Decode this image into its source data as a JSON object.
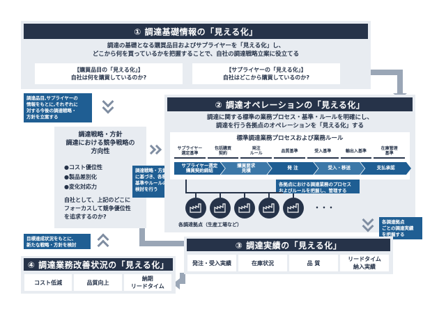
{
  "section1": {
    "title": "① 調達基礎情報の「見える化」",
    "desc_line1": "調達の基礎となる購買品目およびサプライヤーを「見える化」し、",
    "desc_line2": "どこから何を買っているかを把握することで、自社の調達戦略立案に役立てる",
    "box_left": {
      "line1": "【購買品目の「見える化」】",
      "line2": "自社は何を購買しているのか?"
    },
    "box_right": {
      "line1": "【サプライヤーの「見える化」】",
      "line2": "自社はどこから購買しているのか?"
    }
  },
  "note_left_top": [
    "調達品目,サプライヤーの",
    "情報をもとに,それぞれに",
    "対する今後の調達戦略・",
    "方針を立案する"
  ],
  "strategy": {
    "title_lines": [
      "調達戦略・方針",
      "調達における競争戦略の",
      "方向性"
    ],
    "bullets": [
      "●コスト優位性",
      "●製品差別化",
      "●変化対応力"
    ],
    "question_lines": [
      "自社として、上記のどこに",
      "フォーカスして競争優位性",
      "を追求するのか?"
    ]
  },
  "note_strategy": [
    "調達戦略・方針",
    "に基づき、各種",
    "基準やルールの",
    "検討を行う"
  ],
  "section2": {
    "title": "② 調達オペレーションの「見える化」",
    "desc_line1": "調達に関する標準の業務プロセス・基準・ルールを明確にし、",
    "desc_line2": "調達を行う各拠点のオペレーションを「見える化」する",
    "std_title": "標準調達業務プロセスおよび業務ルール",
    "std_items": [
      [
        "サプライヤー",
        "選定基準"
      ],
      [
        "包括購買",
        "契約"
      ],
      [
        "発注",
        "ルール"
      ],
      [
        "品質基準"
      ],
      [
        "受入基準"
      ],
      [
        "輸出入基準"
      ],
      [
        "在庫管理",
        "基準"
      ]
    ],
    "flow_items": [
      [
        "サプライヤー選定",
        "購買契約締結"
      ],
      [
        "購買要求",
        "見積"
      ],
      [
        "発 注"
      ],
      [
        "受入・移送"
      ],
      [
        "支払承認"
      ]
    ],
    "base_note": [
      "各拠点における調達業務のプロセス",
      "およびルールを把握し、管理する"
    ],
    "sites_label": "各調達拠点（生産工場など）",
    "ellipsis": "・・・"
  },
  "note_right": [
    "各調達拠点",
    "ごとの調達実績",
    "を把握する"
  ],
  "section3": {
    "title": "③ 調達実績の「見える化」",
    "items": [
      [
        "発注・受入実績"
      ],
      [
        "在庫状況"
      ],
      [
        "品 質"
      ],
      [
        "リードタイム",
        "納入実績"
      ]
    ]
  },
  "note_left_bottom": [
    "目標達成状況をもとに、",
    "新たな戦略・方針を検討"
  ],
  "section4": {
    "title": "④ 調達業務改善状況の「見える化」",
    "items": [
      [
        "コスト低減"
      ],
      [
        "品質向上"
      ],
      [
        "納期",
        "リードタイム"
      ]
    ]
  },
  "colors": {
    "navy": "#263349",
    "blue": "#1f5e93",
    "panel": "#e8ecf1",
    "arrow": "#9aa6b6"
  },
  "icons": {
    "site": "factory-icon",
    "chevron": "double-chevron-icon"
  }
}
